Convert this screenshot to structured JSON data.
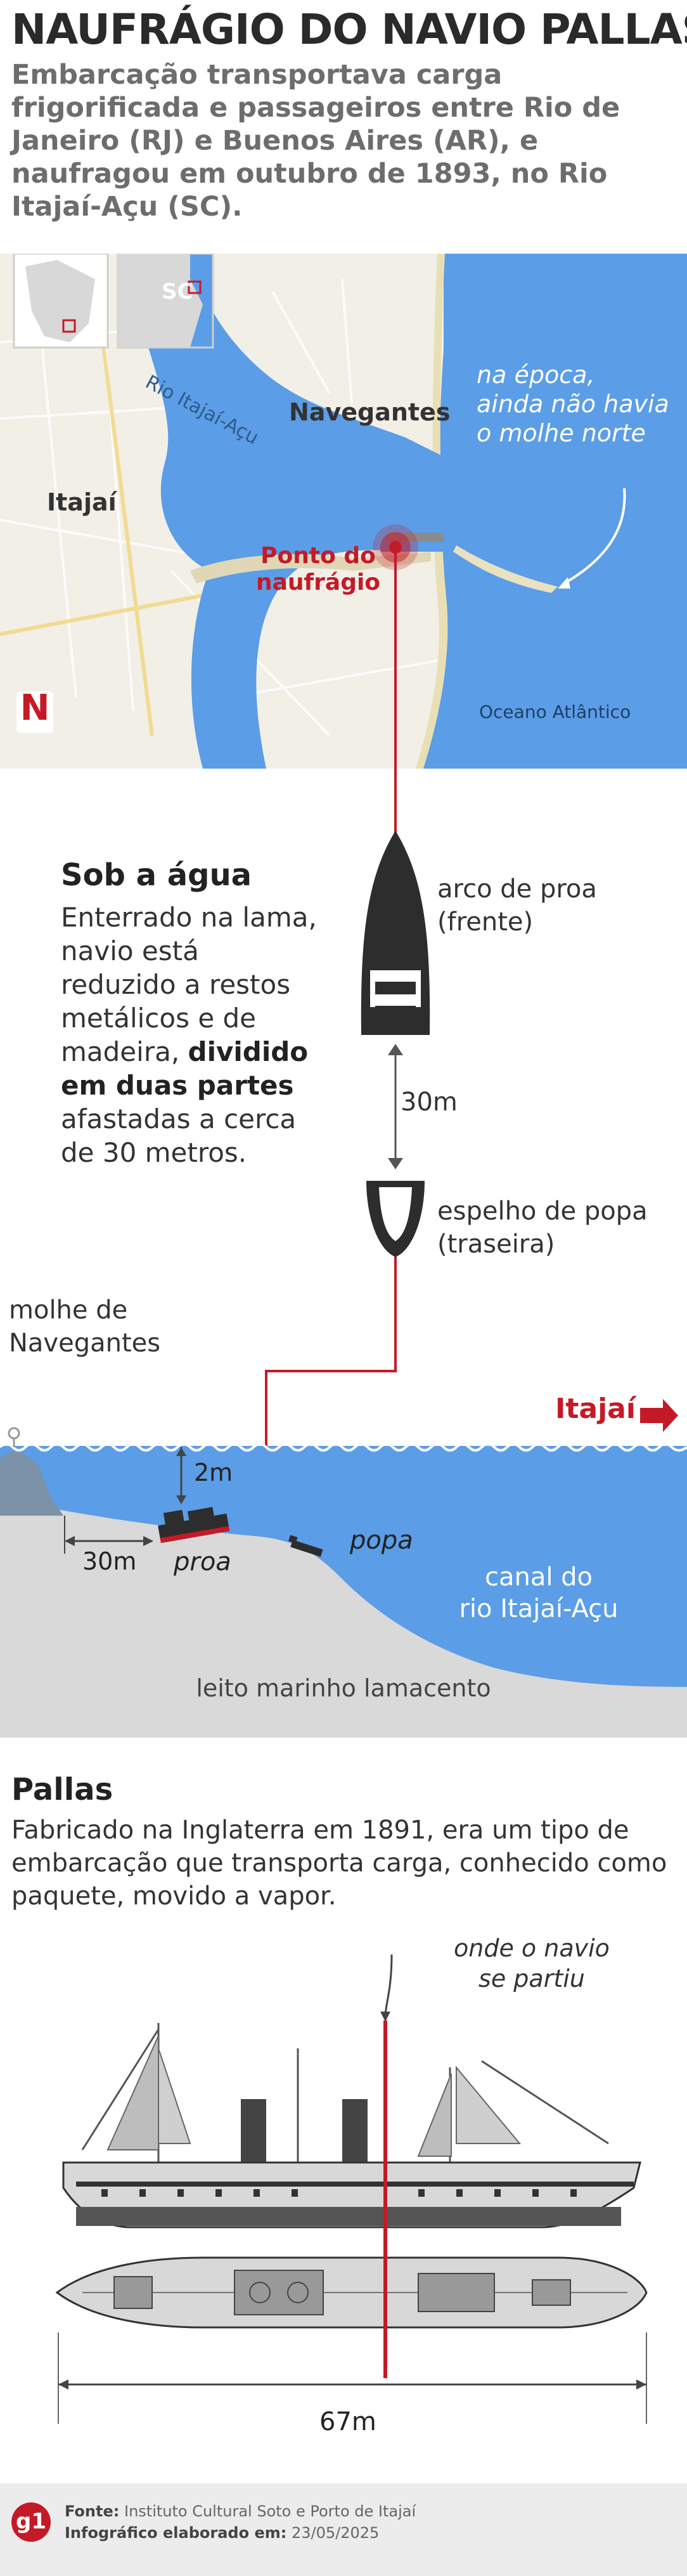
{
  "header": {
    "title": "NAUFRÁGIO DO NAVIO PALLAS",
    "subtitle": "Embarcação transportava carga frigorificada e passageiros entre Rio de Janeiro (RJ) e Buenos Aires (AR), e naufragou em outubro de 1893, no Rio Itajaí-Açu (SC)."
  },
  "map": {
    "inset_state_label": "SC",
    "river_label": "Rio Itajaí-Açu",
    "city_navegantes": "Navegantes",
    "city_itajai": "Itajaí",
    "wreck_label_line1": "Ponto do",
    "wreck_label_line2": "naufrágio",
    "ocean_label": "Oceano Atlântico",
    "note_line1": "na época,",
    "note_line2": "ainda não havia",
    "note_line3": "o molhe norte",
    "north_letter": "N",
    "colors": {
      "water": "#5b9de6",
      "land": "#f1efe6",
      "accent": "#c41a27"
    }
  },
  "underwater": {
    "heading": "Sob a água",
    "text_plain": "Enterrado na lama, navio está reduzido a restos metálicos e de madeira,",
    "text_bold": "dividido em duas partes",
    "text_end": "afastadas a cerca de 30 metros.",
    "bow_label_line1": "arco de proa",
    "bow_label_line2": "(frente)",
    "distance_label": "30m",
    "stern_label_line1": "espelho de popa",
    "stern_label_line2": "(traseira)"
  },
  "section": {
    "molhe_line1": "molhe de",
    "molhe_line2": "Navegantes",
    "direction_label": "Itajaí",
    "depth_label": "2m",
    "offset_label": "30m",
    "proa_label": "proa",
    "popa_label": "popa",
    "canal_line1": "canal do",
    "canal_line2": "rio Itajaí-Açu",
    "seabed_label": "leito marinho lamacento"
  },
  "pallas": {
    "heading": "Pallas",
    "description": "Fabricado na Inglaterra em 1891, era um tipo de embarcação que transporta carga, conhecido como paquete, movido a vapor.",
    "split_note_line1": "onde o navio",
    "split_note_line2": "se partiu",
    "length_label": "67m"
  },
  "footer": {
    "logo": "g1",
    "source_label": "Fonte:",
    "source_value": "Instituto Cultural Soto e Porto de Itajaí",
    "date_label": "Infográfico elaborado em:",
    "date_value": "23/05/2025"
  }
}
